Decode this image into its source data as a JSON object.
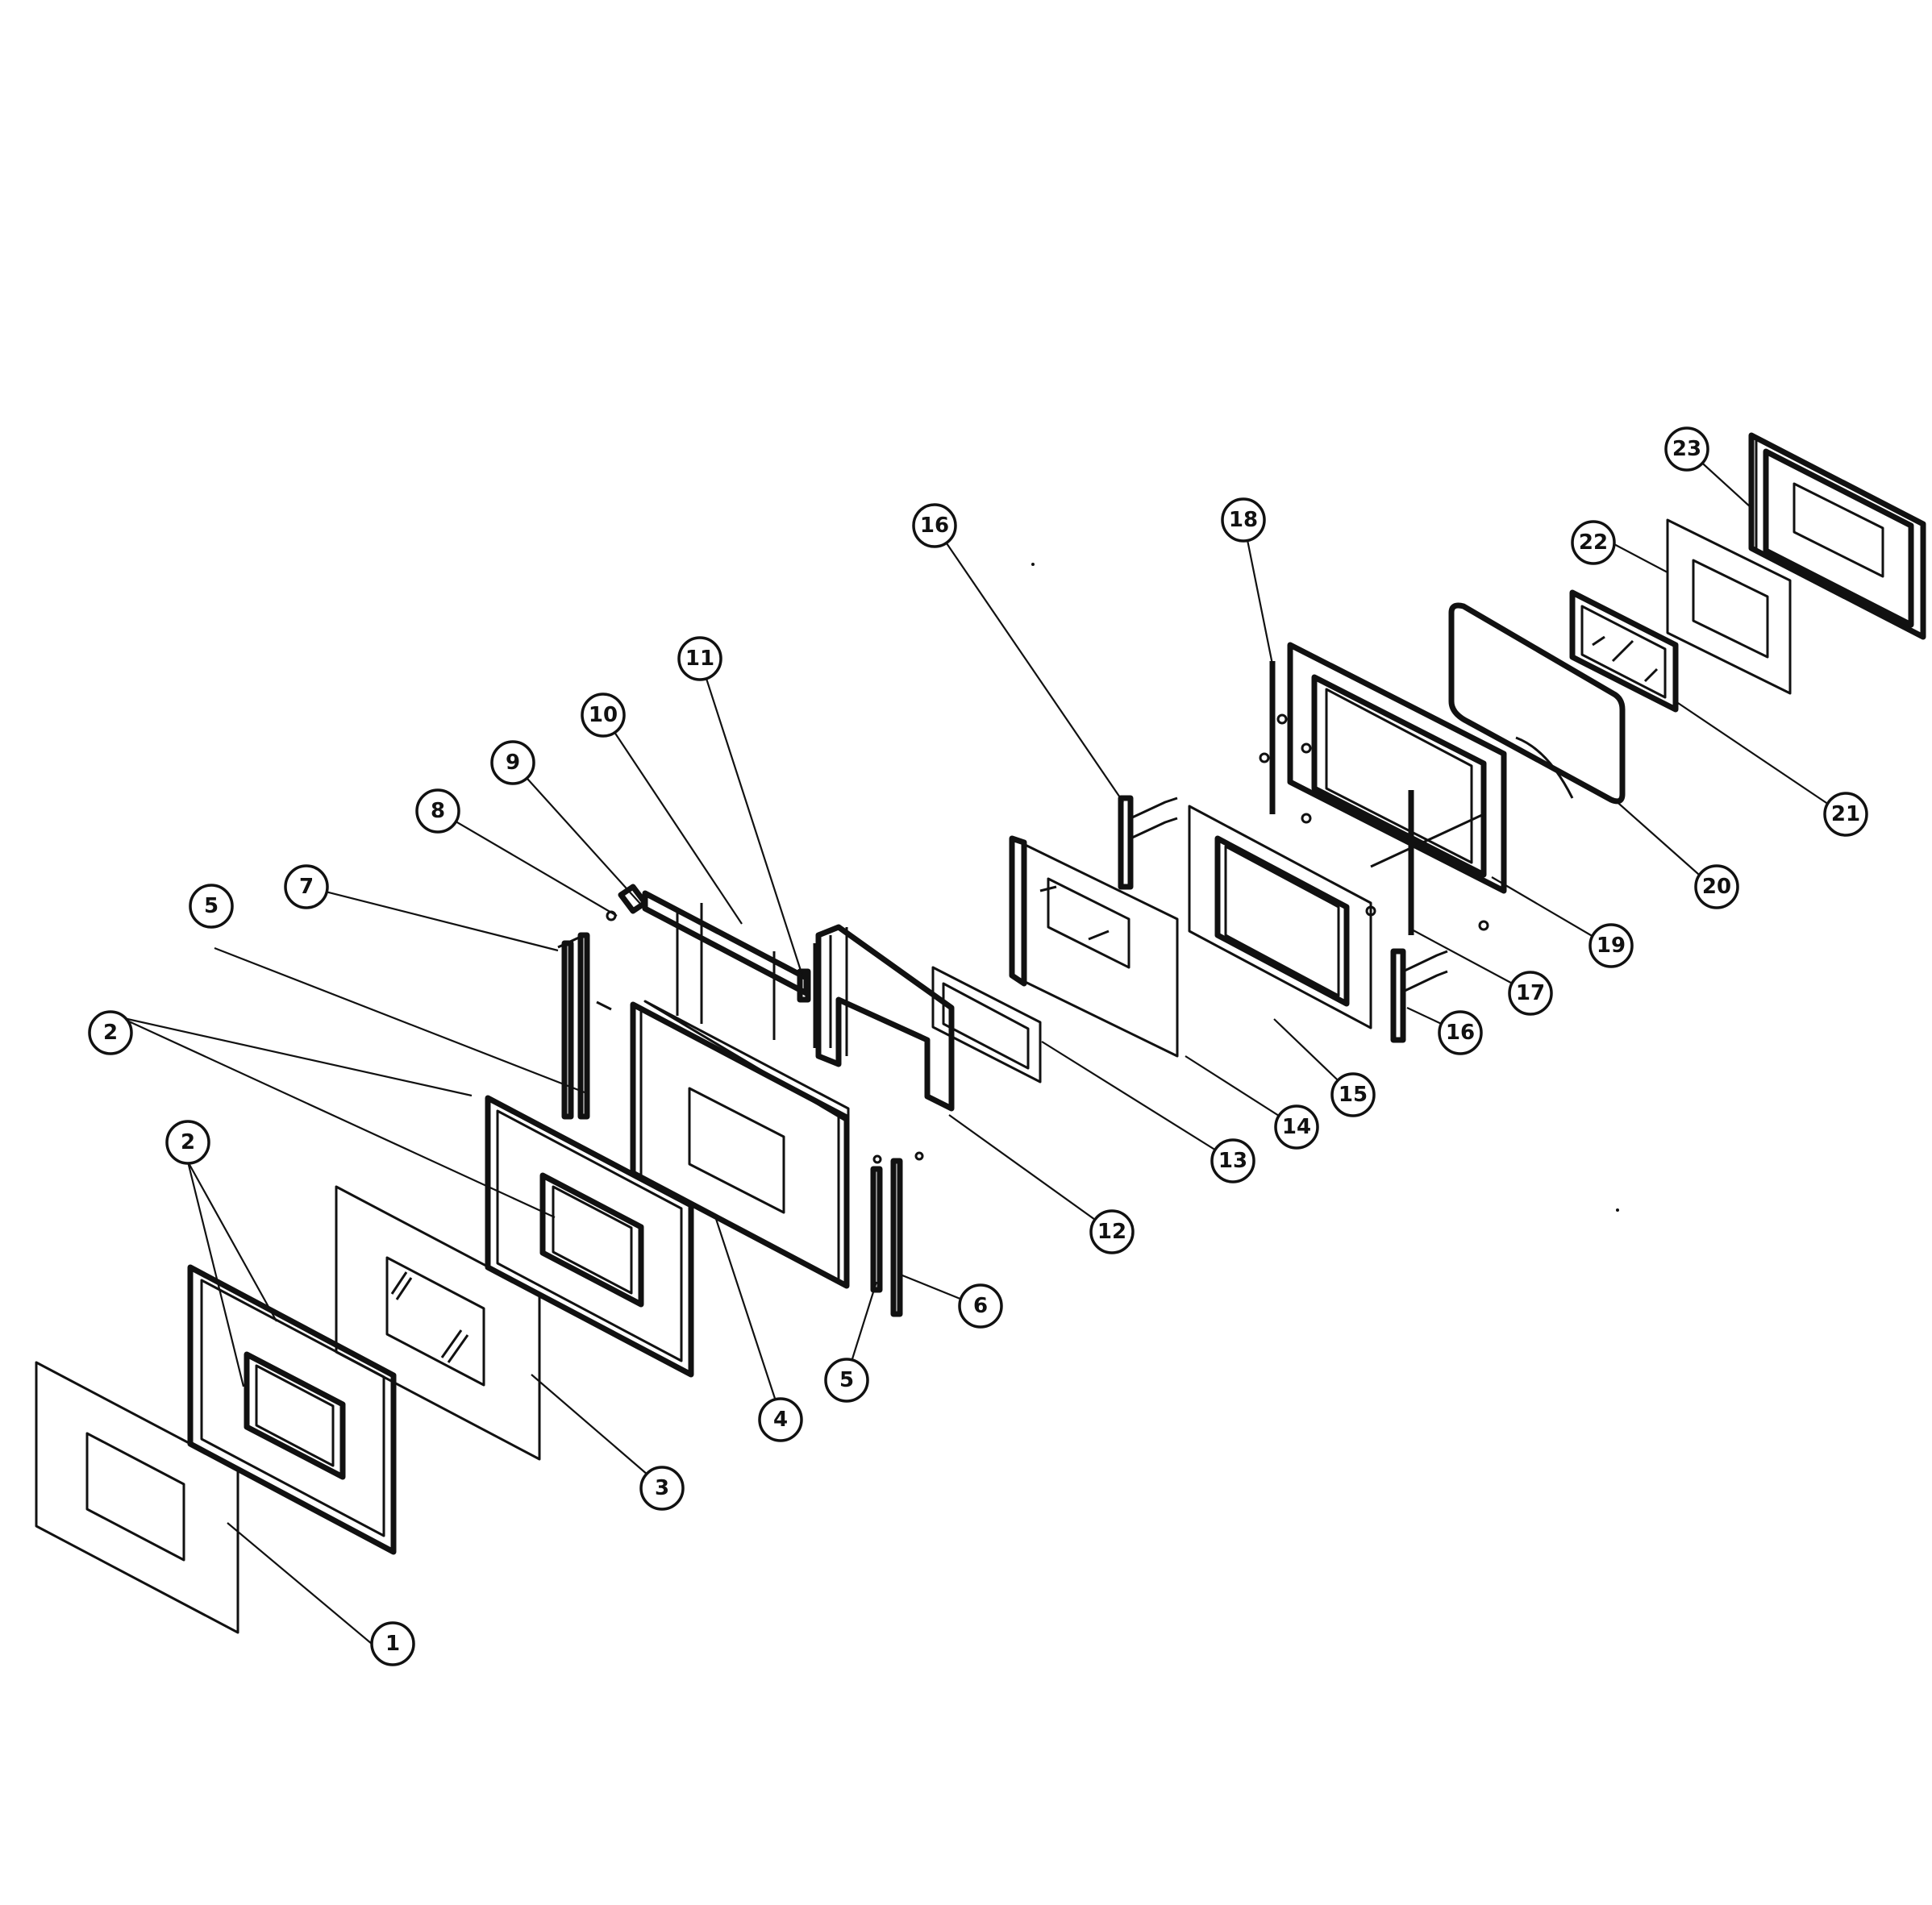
{
  "callouts": {
    "c1": "1",
    "c2a": "2",
    "c2b": "2",
    "c3": "3",
    "c4": "4",
    "c5a": "5",
    "c5b": "5",
    "c6": "6",
    "c7": "7",
    "c8": "8",
    "c9": "9",
    "c10": "10",
    "c11": "11",
    "c12": "12",
    "c13": "13",
    "c14": "14",
    "c15": "15",
    "c16a": "16",
    "c16b": "16",
    "c17": "17",
    "c18": "18",
    "c19": "19",
    "c20": "20",
    "c21": "21",
    "c22": "22",
    "c23": "23"
  }
}
